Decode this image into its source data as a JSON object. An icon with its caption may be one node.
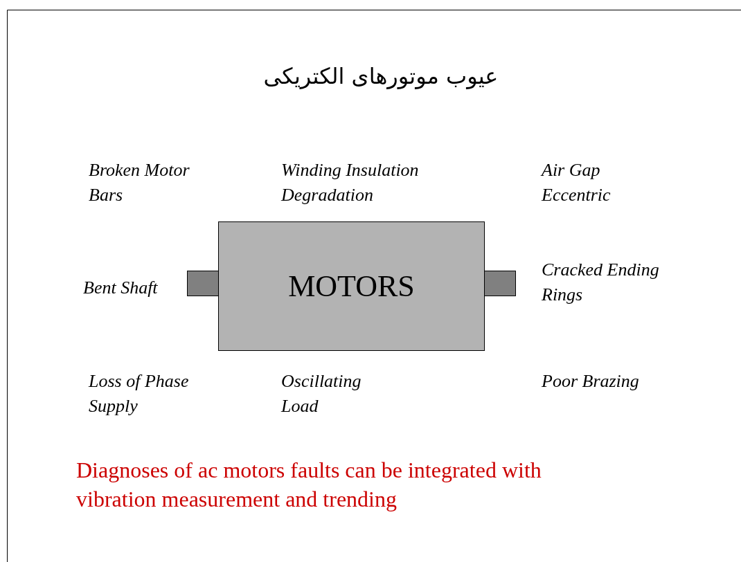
{
  "diagram": {
    "title": "عیوب موتورهای الکتریکی",
    "nodes": [
      {
        "text": [
          "MOTORS"
        ]
      }
    ],
    "labels": [
      "Broken Motor Bars",
      "Winding Insulation Degradation",
      "Air Gap Eccentric",
      "Bent Shaft",
      "Cracked Ending Rings",
      "Loss of Phase Supply",
      "Oscillating Load",
      "Poor Brazing"
    ],
    "caption": "Diagnoses of ac motors faults can be integrated with vibration measurement and trending"
  }
}
